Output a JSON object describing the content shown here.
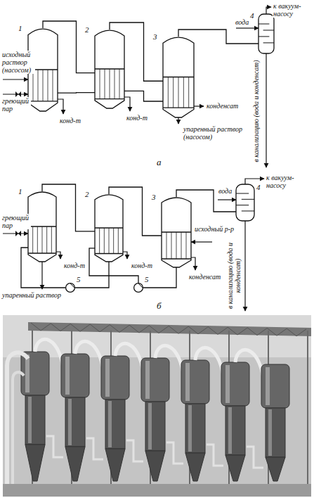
{
  "diagram": {
    "nodes": [
      {
        "text": [
          "1"
        ]
      },
      {
        "text": [
          "2"
        ]
      },
      {
        "text": [
          "3"
        ]
      },
      {
        "text": [
          "4"
        ]
      },
      {
        "text": [
          "1"
        ]
      },
      {
        "text": [
          "2"
        ]
      },
      {
        "text": [
          "3"
        ]
      },
      {
        "text": [
          "4"
        ]
      },
      {
        "text": [
          "5"
        ]
      },
      {
        "text": [
          "5"
        ]
      }
    ],
    "edges": [
      {
        "from": 0,
        "to": 1,
        "arrow": "none"
      },
      {
        "from": 1,
        "to": 2,
        "arrow": "none"
      },
      {
        "from": 2,
        "to": 3,
        "arrow": "none"
      },
      {
        "from": 0,
        "to": 1,
        "arrow": "none"
      },
      {
        "from": 1,
        "to": 2,
        "arrow": "none"
      },
      {
        "from": 4,
        "to": 5,
        "arrow": "none"
      },
      {
        "from": 5,
        "to": 6,
        "arrow": "none"
      },
      {
        "from": 6,
        "to": 7,
        "arrow": "none"
      },
      {
        "from": 6,
        "to": 9,
        "arrow": "none"
      },
      {
        "from": 9,
        "to": 5,
        "arrow": "none"
      },
      {
        "from": 5,
        "to": 8,
        "arrow": "none"
      },
      {
        "from": 8,
        "to": 4,
        "arrow": "none"
      }
    ],
    "labels": [
      "к вакуум-насосу",
      "вода",
      "исходный раствор (насосом)",
      "греющий пар",
      "конд-т",
      "конд-т",
      "конденсат",
      "упаренный раствор (насосом)",
      "в канализацию (вода и конденсат)",
      "а",
      "к вакуум-насосу",
      "вода",
      "греющий пар",
      "исходный р-р",
      "конд-т",
      "конд-т",
      "конденсат",
      "упаренный раствор",
      "в канализацию (вода и конденсат)",
      "б"
    ]
  }
}
